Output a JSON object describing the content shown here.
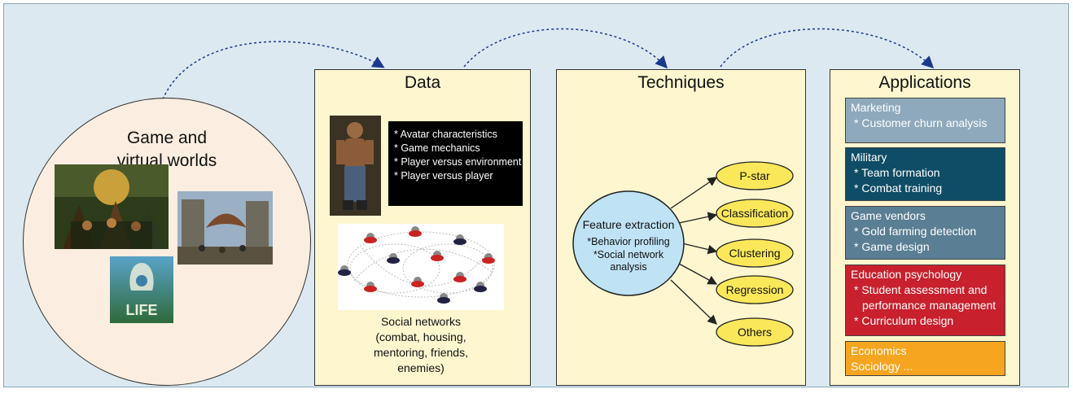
{
  "game_worlds": {
    "title_line1": "Game and",
    "title_line2": "virtual worlds",
    "logo_text": "LIFE"
  },
  "data_panel": {
    "title": "Data",
    "list": [
      "* Avatar characteristics",
      "* Game mechanics",
      "* Player versus environment",
      "* Player versus player"
    ],
    "caption": [
      "Social networks",
      "(combat, housing,",
      "mentoring, friends,",
      "enemies)"
    ]
  },
  "techniques_panel": {
    "title": "Techniques",
    "center_title": "Feature extraction",
    "center_items": [
      "*Behavior profiling",
      "*Social network",
      "analysis"
    ],
    "methods": [
      "P-star",
      "Classification",
      "Clustering",
      "Regression",
      "Others"
    ]
  },
  "applications_panel": {
    "title": "Applications",
    "boxes": [
      {
        "title": "Marketing",
        "items": [
          "* Customer churn analysis"
        ],
        "color": "#8ea9bb"
      },
      {
        "title": "Military",
        "items": [
          "* Team formation",
          "* Combat training"
        ],
        "color": "#0f4c65"
      },
      {
        "title": "Game vendors",
        "items": [
          "* Gold farming detection",
          "* Game design"
        ],
        "color": "#5a7e94"
      },
      {
        "title": "Education psychology",
        "items": [
          "* Student assessment and",
          "performance management",
          "* Curriculum design"
        ],
        "color": "#c8202d"
      },
      {
        "title": "Economics",
        "items": [
          "Sociology ..."
        ],
        "color": "#f5a51f"
      }
    ]
  },
  "colors": {
    "background": "#dde9f1",
    "panel": "#fdf6cf",
    "circle": "#fbeee0",
    "ellipse": "#fbe85a",
    "feature_node": "#bfe3f5",
    "arrow": "#1b3a8c"
  }
}
